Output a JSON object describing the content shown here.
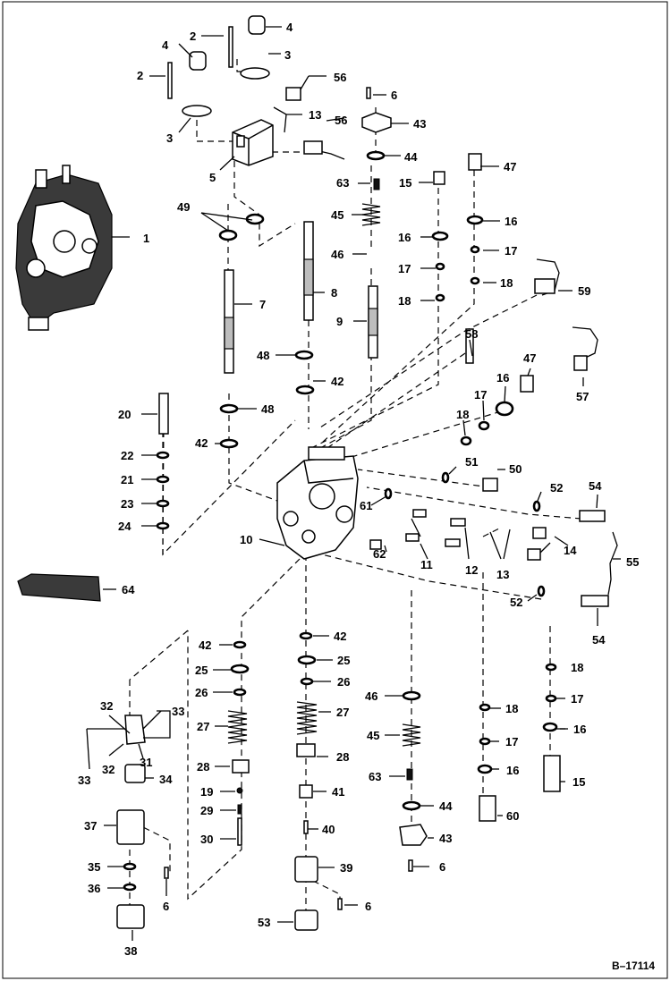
{
  "drawing": {
    "reference": "B–17114",
    "callouts": [
      {
        "id": "c-4a",
        "text": "4"
      },
      {
        "id": "c-4b",
        "text": "4"
      },
      {
        "id": "c-2a",
        "text": "2"
      },
      {
        "id": "c-2b",
        "text": "2"
      },
      {
        "id": "c-3a",
        "text": "3"
      },
      {
        "id": "c-3b",
        "text": "3"
      },
      {
        "id": "c-56a",
        "text": "56"
      },
      {
        "id": "c-56b",
        "text": "56"
      },
      {
        "id": "c-13a",
        "text": "13"
      },
      {
        "id": "c-6a",
        "text": "6"
      },
      {
        "id": "c-43a",
        "text": "43"
      },
      {
        "id": "c-44a",
        "text": "44"
      },
      {
        "id": "c-5",
        "text": "5"
      },
      {
        "id": "c-47a",
        "text": "47"
      },
      {
        "id": "c-15a",
        "text": "15"
      },
      {
        "id": "c-63a",
        "text": "63"
      },
      {
        "id": "c-45a",
        "text": "45"
      },
      {
        "id": "c-16a",
        "text": "16"
      },
      {
        "id": "c-16b",
        "text": "16"
      },
      {
        "id": "c-49",
        "text": "49"
      },
      {
        "id": "c-1",
        "text": "1"
      },
      {
        "id": "c-17a",
        "text": "17"
      },
      {
        "id": "c-46a",
        "text": "46"
      },
      {
        "id": "c-17b",
        "text": "17"
      },
      {
        "id": "c-18a",
        "text": "18"
      },
      {
        "id": "c-59",
        "text": "59"
      },
      {
        "id": "c-8",
        "text": "8"
      },
      {
        "id": "c-18b",
        "text": "18"
      },
      {
        "id": "c-7",
        "text": "7"
      },
      {
        "id": "c-9",
        "text": "9"
      },
      {
        "id": "c-58",
        "text": "58"
      },
      {
        "id": "c-48a",
        "text": "48"
      },
      {
        "id": "c-47b",
        "text": "47"
      },
      {
        "id": "c-16c",
        "text": "16"
      },
      {
        "id": "c-42a",
        "text": "42"
      },
      {
        "id": "c-17c",
        "text": "17"
      },
      {
        "id": "c-57",
        "text": "57"
      },
      {
        "id": "c-20",
        "text": "20"
      },
      {
        "id": "c-48b",
        "text": "48"
      },
      {
        "id": "c-18c",
        "text": "18"
      },
      {
        "id": "c-42b",
        "text": "42"
      },
      {
        "id": "c-22",
        "text": "22"
      },
      {
        "id": "c-51",
        "text": "51"
      },
      {
        "id": "c-50",
        "text": "50"
      },
      {
        "id": "c-21",
        "text": "21"
      },
      {
        "id": "c-52a",
        "text": "52"
      },
      {
        "id": "c-54a",
        "text": "54"
      },
      {
        "id": "c-61",
        "text": "61"
      },
      {
        "id": "c-23",
        "text": "23"
      },
      {
        "id": "c-24",
        "text": "24"
      },
      {
        "id": "c-10",
        "text": "10"
      },
      {
        "id": "c-14",
        "text": "14"
      },
      {
        "id": "c-62",
        "text": "62"
      },
      {
        "id": "c-55",
        "text": "55"
      },
      {
        "id": "c-11",
        "text": "11"
      },
      {
        "id": "c-12",
        "text": "12"
      },
      {
        "id": "c-13b",
        "text": "13"
      },
      {
        "id": "c-64",
        "text": "64"
      },
      {
        "id": "c-52b",
        "text": "52"
      },
      {
        "id": "c-54b",
        "text": "54"
      },
      {
        "id": "c-42c",
        "text": "42"
      },
      {
        "id": "c-42d",
        "text": "42"
      },
      {
        "id": "c-25a",
        "text": "25"
      },
      {
        "id": "c-25b",
        "text": "25"
      },
      {
        "id": "c-18d",
        "text": "18"
      },
      {
        "id": "c-26a",
        "text": "26"
      },
      {
        "id": "c-26b",
        "text": "26"
      },
      {
        "id": "c-46b",
        "text": "46"
      },
      {
        "id": "c-17d",
        "text": "17"
      },
      {
        "id": "c-32a",
        "text": "32"
      },
      {
        "id": "c-33a",
        "text": "33"
      },
      {
        "id": "c-27a",
        "text": "27"
      },
      {
        "id": "c-27b",
        "text": "27"
      },
      {
        "id": "c-18e",
        "text": "18"
      },
      {
        "id": "c-45b",
        "text": "45"
      },
      {
        "id": "c-17e",
        "text": "17"
      },
      {
        "id": "c-16d",
        "text": "16"
      },
      {
        "id": "c-31",
        "text": "31"
      },
      {
        "id": "c-32b",
        "text": "32"
      },
      {
        "id": "c-28a",
        "text": "28"
      },
      {
        "id": "c-28b",
        "text": "28"
      },
      {
        "id": "c-16e",
        "text": "16"
      },
      {
        "id": "c-33b",
        "text": "33"
      },
      {
        "id": "c-34",
        "text": "34"
      },
      {
        "id": "c-63b",
        "text": "63"
      },
      {
        "id": "c-15b",
        "text": "15"
      },
      {
        "id": "c-19",
        "text": "19"
      },
      {
        "id": "c-41",
        "text": "41"
      },
      {
        "id": "c-29",
        "text": "29"
      },
      {
        "id": "c-44b",
        "text": "44"
      },
      {
        "id": "c-60",
        "text": "60"
      },
      {
        "id": "c-37",
        "text": "37"
      },
      {
        "id": "c-40",
        "text": "40"
      },
      {
        "id": "c-30",
        "text": "30"
      },
      {
        "id": "c-43b",
        "text": "43"
      },
      {
        "id": "c-35",
        "text": "35"
      },
      {
        "id": "c-39",
        "text": "39"
      },
      {
        "id": "c-6b",
        "text": "6"
      },
      {
        "id": "c-36",
        "text": "36"
      },
      {
        "id": "c-6c",
        "text": "6"
      },
      {
        "id": "c-6d",
        "text": "6"
      },
      {
        "id": "c-53",
        "text": "53"
      },
      {
        "id": "c-38",
        "text": "38"
      }
    ]
  }
}
